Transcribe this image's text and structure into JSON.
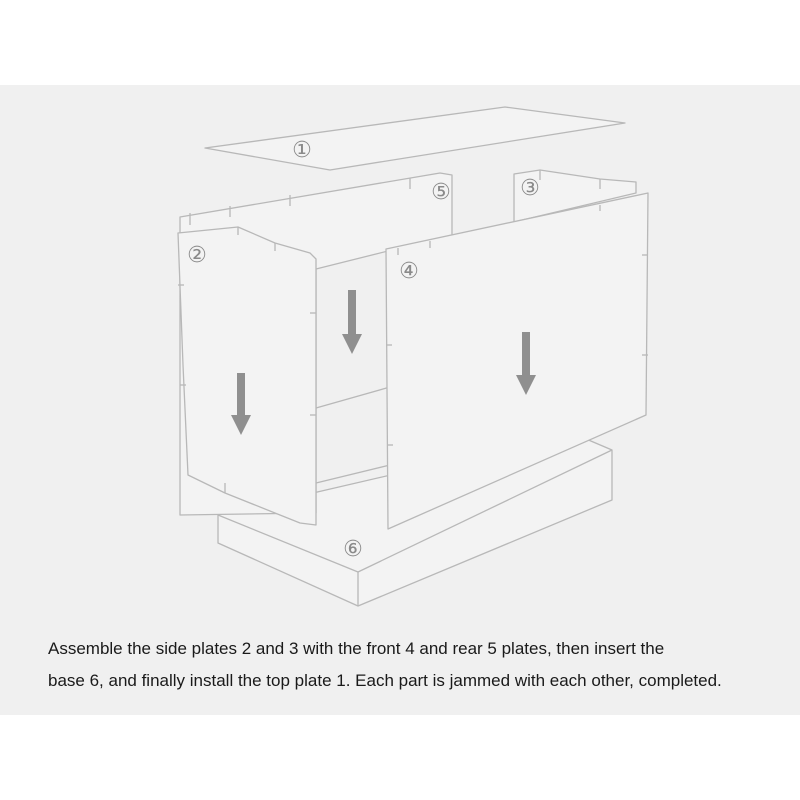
{
  "labels": {
    "top_plate": "①",
    "side_plate_2": "②",
    "side_plate_3": "③",
    "front_plate": "④",
    "rear_plate": "⑤",
    "base_plate": "⑥"
  },
  "caption": {
    "line1": "Assemble the side plates 2 and 3 with the front 4 and rear 5 plates, then insert the",
    "line2": "base 6, and finally install the top plate 1. Each part is jammed with each other, completed."
  },
  "colors": {
    "background": "#f0f0f0",
    "outline": "#b8b8b8",
    "arrow": "#8f8f8f",
    "label": "#8a8a8a"
  }
}
